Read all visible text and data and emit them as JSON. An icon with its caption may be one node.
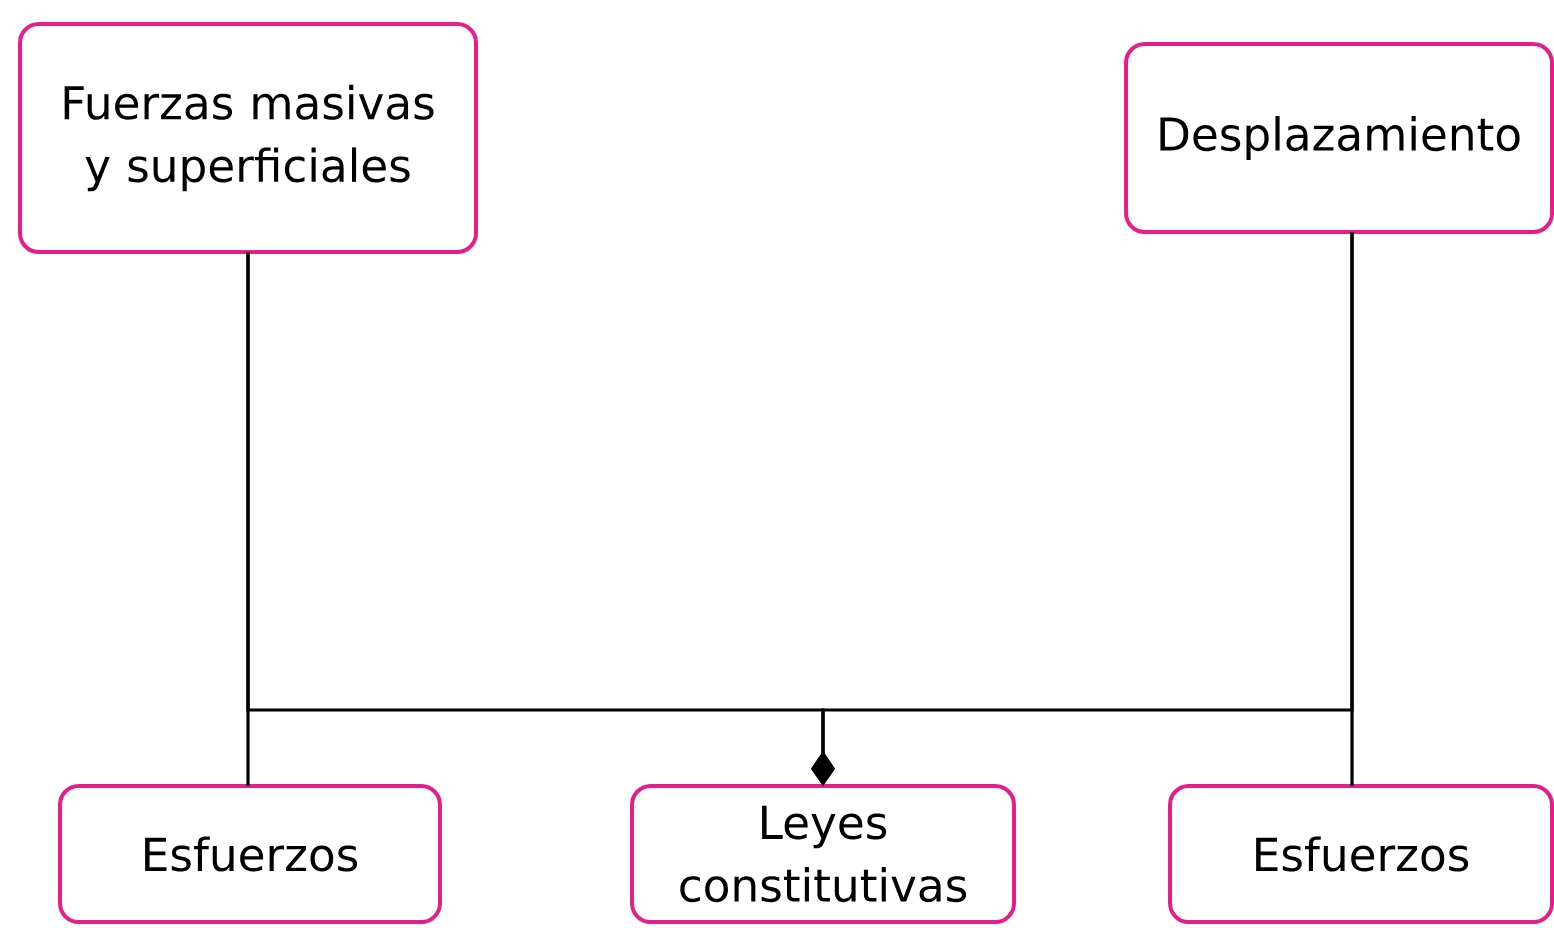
{
  "diagram": {
    "nodes": [
      {
        "text": [
          "Fuerzas masivas y superficiales"
        ]
      },
      {
        "text": [
          "Desplazamiento"
        ]
      },
      {
        "text": [
          "Esfuerzos"
        ]
      },
      {
        "text": [
          "Leyes constitutivas"
        ]
      },
      {
        "text": [
          "Esfuerzos"
        ]
      }
    ],
    "edges": [
      {
        "from": 0,
        "to": 2,
        "arrow": "none"
      },
      {
        "from": 1,
        "to": 4,
        "arrow": "none"
      },
      {
        "from": 0,
        "to": 3,
        "arrow": "other"
      },
      {
        "from": 1,
        "to": 3,
        "arrow": "other"
      }
    ]
  }
}
